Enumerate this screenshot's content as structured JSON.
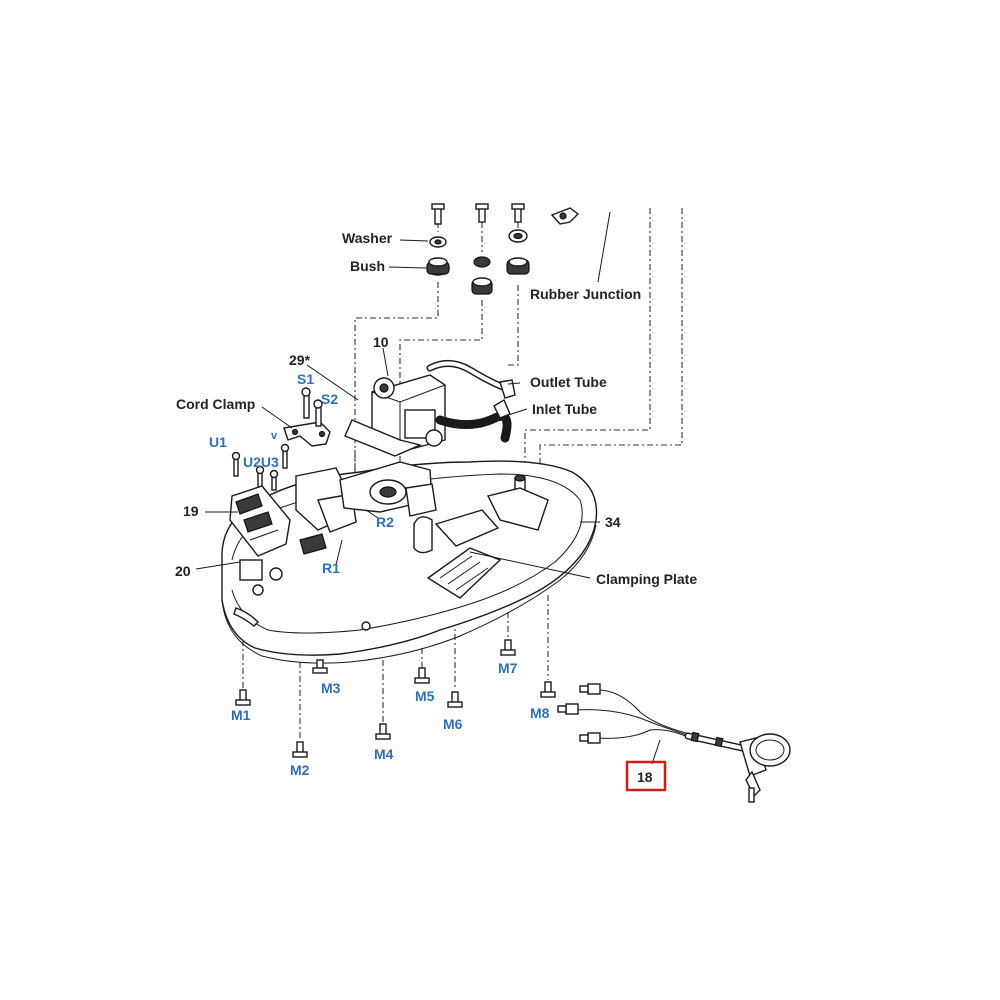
{
  "labels": {
    "washer": "Washer",
    "bush": "Bush",
    "rubber_junction": "Rubber Junction",
    "n10": "10",
    "n29": "29*",
    "s1": "S1",
    "s2": "S2",
    "outlet_tube": "Outlet Tube",
    "inlet_tube": "Inlet Tube",
    "cord_clamp": "Cord Clamp",
    "u1": "U1",
    "v": "v",
    "u2u3": "U2U3",
    "n19": "19",
    "n20": "20",
    "r1": "R1",
    "r2": "R2",
    "n34": "34",
    "clamping_plate": "Clamping Plate",
    "m1": "M1",
    "m2": "M2",
    "m3": "M3",
    "m4": "M4",
    "m5": "M5",
    "m6": "M6",
    "m7": "M7",
    "m8": "M8",
    "n18": "18"
  },
  "colors": {
    "dark_label": "#222222",
    "blue_label": "#2f6fb5",
    "highlight_box": "#d11a1a",
    "line": "#1a1a1a"
  }
}
